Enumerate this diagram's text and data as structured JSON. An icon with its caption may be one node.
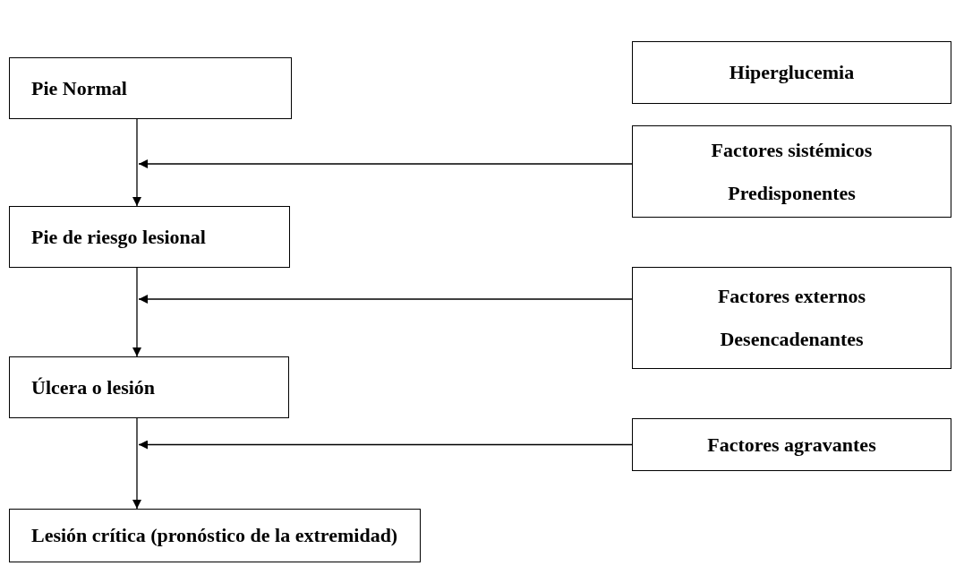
{
  "diagram": {
    "nodes": [
      {
        "text": [
          "Hiperglucemia"
        ]
      },
      {
        "text": [
          "Pie Normal"
        ]
      },
      {
        "text": [
          "Factores sistémicos",
          "Predisponentes"
        ]
      },
      {
        "text": [
          "Pie de riesgo lesional"
        ]
      },
      {
        "text": [
          "Factores externos",
          "Desencadenantes"
        ]
      },
      {
        "text": [
          "Úlcera o lesión"
        ]
      },
      {
        "text": [
          "Factores agravantes"
        ]
      },
      {
        "text": [
          "Lesión crítica (pronóstico de la extremidad)"
        ]
      }
    ],
    "edges": [
      {
        "from": 1,
        "to": 3,
        "arrow": "to"
      },
      {
        "from": 2,
        "to": null,
        "arrow": "to"
      },
      {
        "from": 3,
        "to": 5,
        "arrow": "to"
      },
      {
        "from": 4,
        "to": null,
        "arrow": "to"
      },
      {
        "from": 5,
        "to": 7,
        "arrow": "to"
      },
      {
        "from": 6,
        "to": null,
        "arrow": "to"
      }
    ]
  }
}
